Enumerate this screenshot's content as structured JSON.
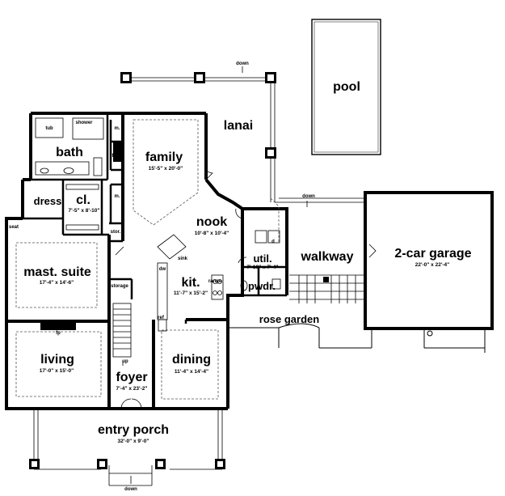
{
  "rooms": {
    "pool": {
      "name": "pool"
    },
    "lanai": {
      "name": "lanai"
    },
    "bath": {
      "name": "bath"
    },
    "family": {
      "name": "family",
      "dims": "15'-5\" x 20'-0\""
    },
    "dress": {
      "name": "dress"
    },
    "closet": {
      "name": "cl.",
      "dims": "7'-5\" x 8'-10\""
    },
    "nook": {
      "name": "nook",
      "dims": "10'-8\" x 10'-4\""
    },
    "master_suite": {
      "name": "mast. suite",
      "dims": "17'-4\" x 14'-6\""
    },
    "utility": {
      "name": "util.",
      "dims": "7'-10\" x 7'-4\""
    },
    "walkway": {
      "name": "walkway"
    },
    "garage": {
      "name": "2-car garage",
      "dims": "22'-0\" x 22'-4\""
    },
    "kitchen": {
      "name": "kit.",
      "dims": "11'-7\" x 15'-2\""
    },
    "powder": {
      "name": "pwdr."
    },
    "rose_garden": {
      "name": "rose garden"
    },
    "living": {
      "name": "living",
      "dims": "17'-0\" x 15'-0\""
    },
    "dining": {
      "name": "dining",
      "dims": "11'-4\" x 14'-4\""
    },
    "foyer": {
      "name": "foyer",
      "dims": "7'-4\" x 23'-2\""
    },
    "entry_porch": {
      "name": "entry porch",
      "dims": "32'-0\" x 9'-0\""
    }
  },
  "small_labels": {
    "tub": "tub",
    "shower": "shower",
    "m1": "m.",
    "m2": "m.",
    "fp_top": "f.p.",
    "fp_living": "fp",
    "storage": "storage",
    "stor": "stor.",
    "seat": "seat",
    "sink": "sink",
    "dw": "dw",
    "ref": "ref",
    "range": "range",
    "up": "up",
    "d": "d",
    "down_top": "down",
    "down_right": "down",
    "down_bottom": "down"
  }
}
